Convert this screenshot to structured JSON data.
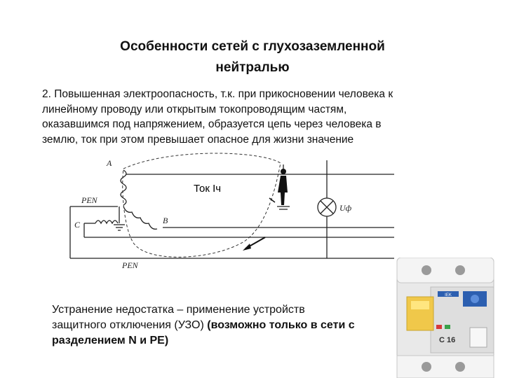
{
  "slide": {
    "title_line1": "Особенности сетей с глухозаземленной",
    "title_line2": "нейтралью",
    "paragraph_lines": [
      "2. Повышенная электроопасность, т.к. при прикосновении человека к",
      "линейному проводу или открытым токопроводящим частям,",
      "оказавшимся под напряжением, образуется цепь через человека в",
      "землю, ток при этом превышает опасное для жизни значение"
    ],
    "note_line1": "Устранение недостатка – применение устройств",
    "note_line2_plain": " защитного отключения (УЗО) ",
    "note_line2_bold": "(возможно только в сети с",
    "note_line3_bold": "разделением N и PE)"
  },
  "diagram": {
    "label_a": "A",
    "label_b": "B",
    "label_c": "C",
    "label_pen_top": "PEN",
    "label_pen_bottom": "PEN",
    "current_label": "Ток Iч",
    "voltage_label": "Uф"
  },
  "device": {
    "rating": "C 16",
    "brand": "IEK"
  }
}
